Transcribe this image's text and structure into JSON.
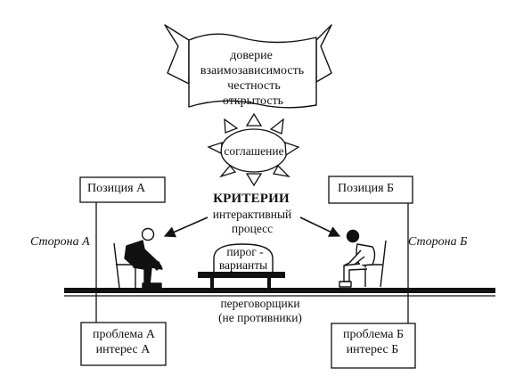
{
  "banner": {
    "lines": [
      "доверие",
      "взаимозависимость",
      "честность",
      "открытость"
    ]
  },
  "sun": {
    "label": "соглашение"
  },
  "criteria": {
    "title": "КРИТЕРИИ",
    "line1": "интерактивный",
    "line2": "процесс"
  },
  "party_a": {
    "position": "Позиция А",
    "side": "Сторона А",
    "problem": "проблема А",
    "interest": "интерес А"
  },
  "party_b": {
    "position": "Позиция Б",
    "side": "Сторона Б",
    "problem": "проблема Б",
    "interest": "интерес Б"
  },
  "pie": {
    "line1": "пирог -",
    "line2": "варианты"
  },
  "negotiators": {
    "line1": "переговорщики",
    "line2": "(не противники)"
  }
}
